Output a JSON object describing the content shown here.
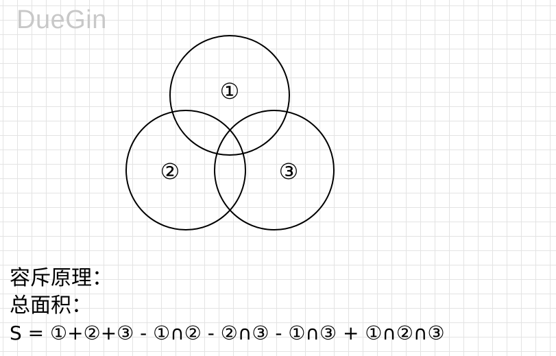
{
  "watermark": "DueGin",
  "venn": {
    "circle1_label": "①",
    "circle2_label": "②",
    "circle3_label": "③"
  },
  "text": {
    "principle": "容斥原理：",
    "total_area": "总面积：",
    "formula": "S = ①+②+③ - ①∩② - ②∩③ - ①∩③ + ①∩②∩③"
  }
}
